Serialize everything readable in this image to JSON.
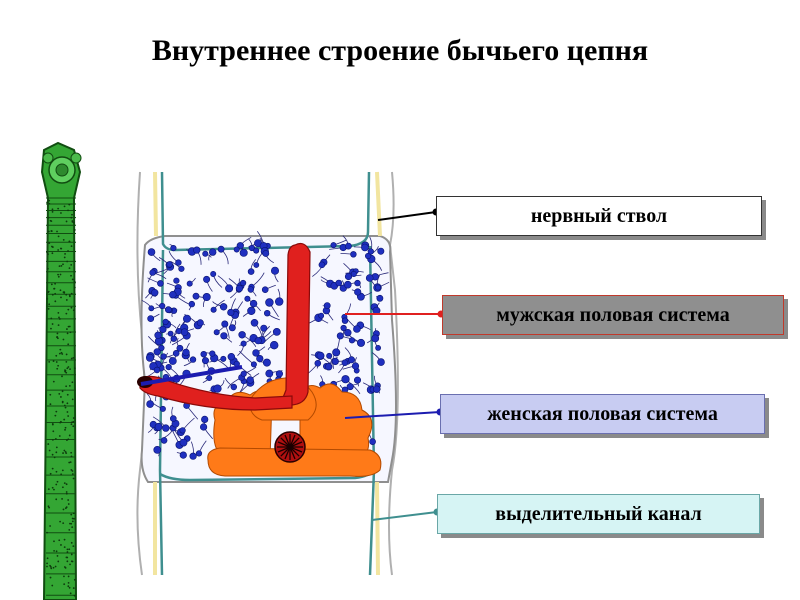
{
  "title": "Внутреннее строение бычьего цепня",
  "labels": {
    "nerve_trunk": "нервный ствол",
    "male_system": "мужская половая система",
    "female_system": "женская половая система",
    "excretory_canal": "выделительный канал"
  },
  "colors": {
    "nerve_pointer": "#000000",
    "male_pointer": "#e02020",
    "female_pointer": "#1c1cb0",
    "excretory_pointer": "#3f8f8f",
    "male_label_bg": "#8f8f8f",
    "female_label_bg": "#c8ccf2",
    "excretory_label_bg": "#d6f4f4",
    "worm_body": "#2e9a2e",
    "testes": "#1f2fbf",
    "uterus": "#e0201e",
    "ovary": "#ff7a18"
  }
}
